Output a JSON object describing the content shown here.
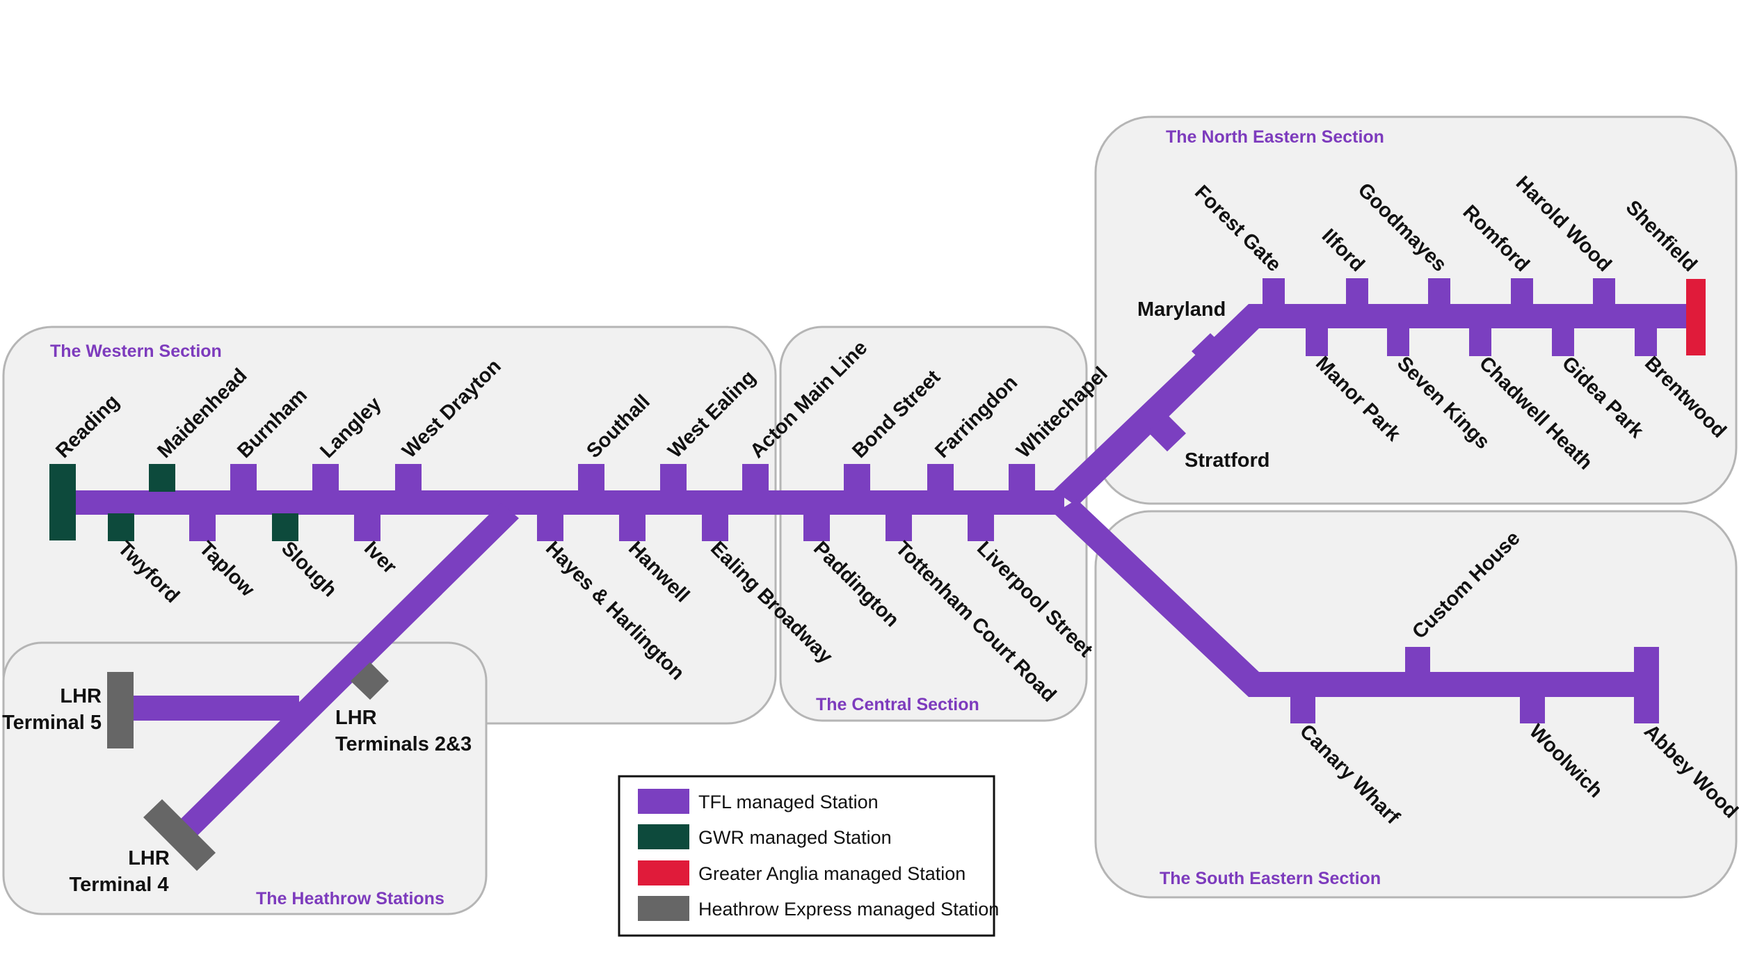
{
  "colors": {
    "tfl": "#7b3fc0",
    "gwr": "#0d4a3c",
    "greater_anglia": "#e01b3a",
    "heathrow_express": "#666666",
    "region_title": "#7d3bbd"
  },
  "sections": {
    "western": "The Western Section",
    "central": "The Central Section",
    "north_eastern": "The North Eastern Section",
    "south_eastern": "The South Eastern Section",
    "heathrow": "The Heathrow Stations"
  },
  "stations": {
    "reading": "Reading",
    "maidenhead": "Maidenhead",
    "burnham": "Burnham",
    "langley": "Langley",
    "west_drayton": "West  Drayton",
    "southall": "Southall",
    "west_ealing": "West Ealing",
    "acton_main_line": "Acton Main Line",
    "bond_street": "Bond Street",
    "farringdon": "Farringdon",
    "whitechapel": "Whitechapel",
    "twyford": "Twyford",
    "taplow": "Taplow",
    "slough": "Slough",
    "iver": "Iver",
    "hayes_harlington": "Hayes & Harlington",
    "hanwell": "Hanwell",
    "ealing_broadway": "Ealing Broadway",
    "paddington": "Paddington",
    "tottenham_court_road": "Tottenham Court Road",
    "liverpool_street": "Liverpool Street",
    "maryland": "Maryland",
    "stratford": "Stratford",
    "forest_gate": "Forest Gate",
    "ilford": "Ilford",
    "goodmayes": "Goodmayes",
    "romford": "Romford",
    "harold_wood": "Harold Wood",
    "shenfield": "Shenfield",
    "manor_park": "Manor Park",
    "seven_kings": "Seven Kings",
    "chadwell_heath": "Chadwell Heath",
    "gidea_park": "Gidea Park",
    "brentwood": "Brentwood",
    "custom_house": "Custom House",
    "canary_wharf": "Canary Wharf",
    "woolwich": "Woolwich",
    "abbey_wood": "Abbey Wood",
    "lhr_t5_line1": "LHR",
    "lhr_t5_line2": "Terminal 5",
    "lhr_t23_line1": "LHR",
    "lhr_t23_line2": "Terminals 2&3",
    "lhr_t4_line1": "LHR",
    "lhr_t4_line2": "Terminal 4"
  },
  "legend": {
    "tfl": "TFL managed Station",
    "gwr": "GWR managed Station",
    "greater_anglia": "Greater Anglia managed Station",
    "heathrow_express": "Heathrow Express managed Station"
  }
}
